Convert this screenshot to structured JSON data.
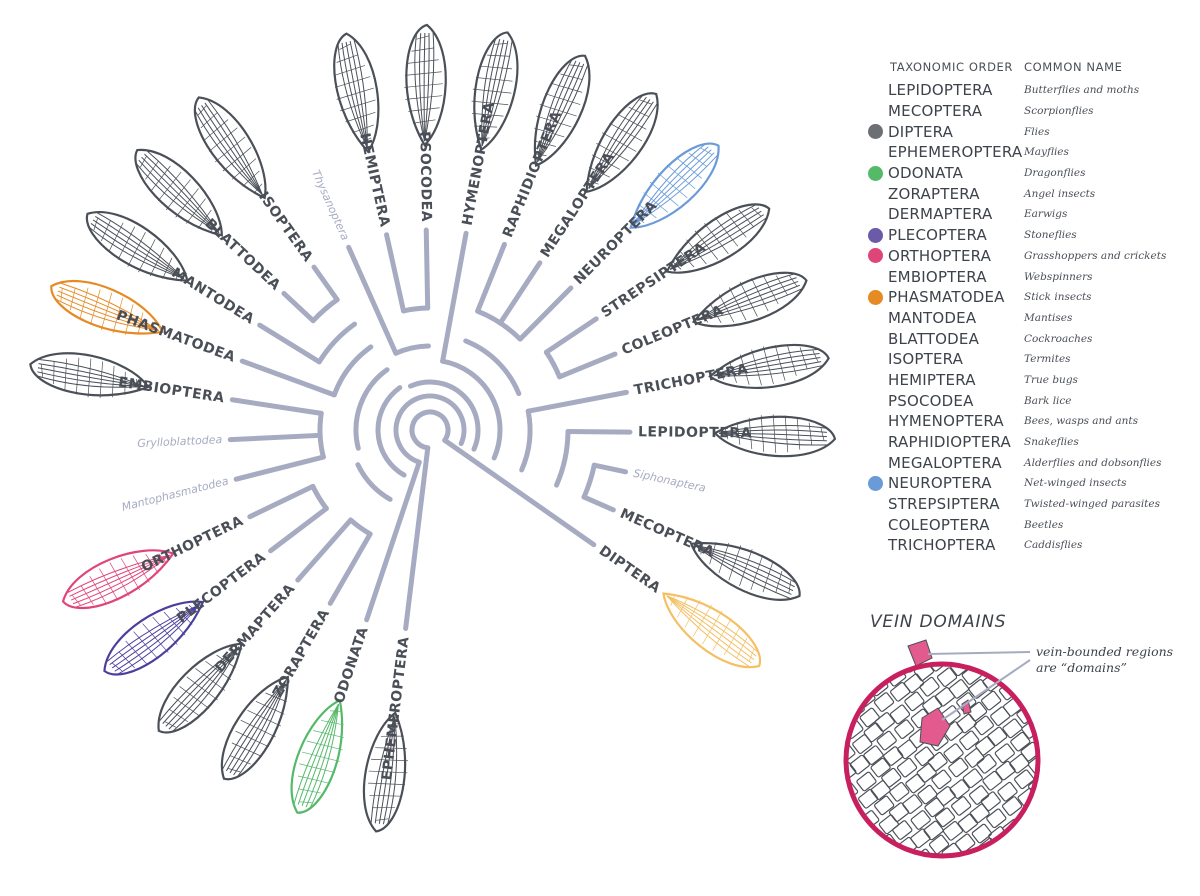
{
  "colors": {
    "tree": "#a7abc2",
    "wing_default": "#4b5058",
    "diptera": "#f5bf63",
    "odonata": "#55b96a",
    "plecoptera": "#4b3f9c",
    "orthoptera": "#e0457a",
    "phasmatodea": "#e68a24",
    "neuroptera": "#6a9bd8",
    "vein_ring": "#c8205f",
    "vein_domain": "#e35a8f"
  },
  "legend": {
    "header_order": "TAXONOMIC ORDER",
    "header_common": "COMMON NAME",
    "rows": [
      {
        "order": "LEPIDOPTERA",
        "common": "Butterflies and moths",
        "dot": ""
      },
      {
        "order": "MECOPTERA",
        "common": "Scorpionflies",
        "dot": ""
      },
      {
        "order": "DIPTERA",
        "common": "Flies",
        "dot": "#6c6f74"
      },
      {
        "order": "EPHEMEROPTERA",
        "common": "Mayflies",
        "dot": ""
      },
      {
        "order": "ODONATA",
        "common": "Dragonflies",
        "dot": "#55b96a"
      },
      {
        "order": "ZORAPTERA",
        "common": "Angel insects",
        "dot": ""
      },
      {
        "order": "DERMAPTERA",
        "common": "Earwigs",
        "dot": ""
      },
      {
        "order": "PLECOPTERA",
        "common": "Stoneflies",
        "dot": "#6a5aa8"
      },
      {
        "order": "ORTHOPTERA",
        "common": "Grasshoppers and crickets",
        "dot": "#e0457a"
      },
      {
        "order": "EMBIOPTERA",
        "common": "Webspinners",
        "dot": ""
      },
      {
        "order": "PHASMATODEA",
        "common": "Stick insects",
        "dot": "#e68a24"
      },
      {
        "order": "MANTODEA",
        "common": "Mantises",
        "dot": ""
      },
      {
        "order": "BLATTODEA",
        "common": "Cockroaches",
        "dot": ""
      },
      {
        "order": "ISOPTERA",
        "common": "Termites",
        "dot": ""
      },
      {
        "order": "HEMIPTERA",
        "common": "True bugs",
        "dot": ""
      },
      {
        "order": "PSOCODEA",
        "common": "Bark lice",
        "dot": ""
      },
      {
        "order": "HYMENOPTERA",
        "common": "Bees, wasps and ants",
        "dot": ""
      },
      {
        "order": "RAPHIDIOPTERA",
        "common": "Snakeflies",
        "dot": ""
      },
      {
        "order": "MEGALOPTERA",
        "common": "Alderflies and dobsonflies",
        "dot": ""
      },
      {
        "order": "NEUROPTERA",
        "common": "Net-winged insects",
        "dot": "#6a9bd8"
      },
      {
        "order": "STREPSIPTERA",
        "common": "Twisted-winged parasites",
        "dot": ""
      },
      {
        "order": "COLEOPTERA",
        "common": "Beetles",
        "dot": ""
      },
      {
        "order": "TRICHOPTERA",
        "common": "Caddisflies",
        "dot": ""
      }
    ]
  },
  "vein": {
    "title": "VEIN DOMAINS",
    "note": "vein-bounded regions are “domains”"
  },
  "tree": {
    "orders": [
      {
        "name": "EPHEMEROPTERA",
        "color": "#4a4f57",
        "minor": false
      },
      {
        "name": "ODONATA",
        "color": "#55b96a",
        "minor": false
      },
      {
        "name": "ZORAPTERA",
        "color": "#4a4f57",
        "minor": false
      },
      {
        "name": "DERMAPTERA",
        "color": "#4a4f57",
        "minor": false
      },
      {
        "name": "PLECOPTERA",
        "color": "#4b3f9c",
        "minor": false
      },
      {
        "name": "ORTHOPTERA",
        "color": "#e0457a",
        "minor": false
      },
      {
        "name": "Mantophasmatodea",
        "color": "#a7abc2",
        "minor": true
      },
      {
        "name": "Grylloblattodea",
        "color": "#a7abc2",
        "minor": true
      },
      {
        "name": "EMBIOPTERA",
        "color": "#4a4f57",
        "minor": false
      },
      {
        "name": "PHASMATODEA",
        "color": "#e68a24",
        "minor": false
      },
      {
        "name": "MANTODEA",
        "color": "#4a4f57",
        "minor": false
      },
      {
        "name": "BLATTODEA",
        "color": "#4a4f57",
        "minor": false
      },
      {
        "name": "ISOPTERA",
        "color": "#4a4f57",
        "minor": false
      },
      {
        "name": "Thysanoptera",
        "color": "#a7abc2",
        "minor": true
      },
      {
        "name": "HEMIPTERA",
        "color": "#4a4f57",
        "minor": false
      },
      {
        "name": "PSOCODEA",
        "color": "#4a4f57",
        "minor": false
      },
      {
        "name": "HYMENOPTERA",
        "color": "#4a4f57",
        "minor": false
      },
      {
        "name": "RAPHIDIOPTERA",
        "color": "#4a4f57",
        "minor": false
      },
      {
        "name": "MEGALOPTERA",
        "color": "#4a4f57",
        "minor": false
      },
      {
        "name": "NEUROPTERA",
        "color": "#6a9bd8",
        "minor": false
      },
      {
        "name": "STREPSIPTERA",
        "color": "#4a4f57",
        "minor": false
      },
      {
        "name": "COLEOPTERA",
        "color": "#4a4f57",
        "minor": false
      },
      {
        "name": "TRICHOPTERA",
        "color": "#4a4f57",
        "minor": false
      },
      {
        "name": "LEPIDOPTERA",
        "color": "#4a4f57",
        "minor": false
      },
      {
        "name": "Siphonaptera",
        "color": "#a7abc2",
        "minor": true
      },
      {
        "name": "MECOPTERA",
        "color": "#4a4f57",
        "minor": false
      },
      {
        "name": "DIPTERA",
        "color": "#f5bf63",
        "minor": false
      }
    ],
    "wings": [
      {
        "order": "EPHEMEROPTERA",
        "color": "#4b5058"
      },
      {
        "order": "ODONATA",
        "color": "#55b96a"
      },
      {
        "order": "ZORAPTERA",
        "color": "#4b5058"
      },
      {
        "order": "DERMAPTERA",
        "color": "#4b5058"
      },
      {
        "order": "PLECOPTERA",
        "color": "#4b3f9c"
      },
      {
        "order": "ORTHOPTERA",
        "color": "#e0457a"
      },
      {
        "order": "EMBIOPTERA",
        "color": "#4b5058"
      },
      {
        "order": "PHASMATODEA",
        "color": "#e68a24"
      },
      {
        "order": "MANTODEA",
        "color": "#4b5058"
      },
      {
        "order": "BLATTODEA",
        "color": "#4b5058"
      },
      {
        "order": "ISOPTERA",
        "color": "#4b5058"
      },
      {
        "order": "HEMIPTERA",
        "color": "#4b5058"
      },
      {
        "order": "PSOCODEA",
        "color": "#4b5058"
      },
      {
        "order": "HYMENOPTERA",
        "color": "#4b5058"
      },
      {
        "order": "RAPHIDIOPTERA",
        "color": "#4b5058"
      },
      {
        "order": "MEGALOPTERA",
        "color": "#4b5058"
      },
      {
        "order": "NEUROPTERA",
        "color": "#6a9bd8"
      },
      {
        "order": "STREPSIPTERA",
        "color": "#4b5058"
      },
      {
        "order": "COLEOPTERA",
        "color": "#4b5058"
      },
      {
        "order": "TRICHOPTERA",
        "color": "#4b5058"
      },
      {
        "order": "LEPIDOPTERA",
        "color": "#4b5058"
      },
      {
        "order": "MECOPTERA",
        "color": "#4b5058"
      },
      {
        "order": "DIPTERA",
        "color": "#f5bf63"
      }
    ]
  }
}
